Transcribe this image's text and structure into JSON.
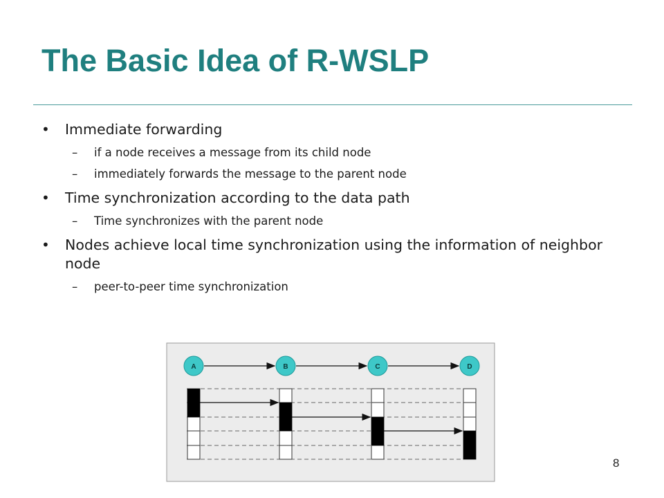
{
  "slide": {
    "title": "The Basic Idea of R-WSLP",
    "page_number": "8"
  },
  "bullets": [
    {
      "text": "Immediate forwarding",
      "sub": [
        "if a node receives a message from its child node",
        "immediately forwards the message to the parent node"
      ]
    },
    {
      "text": "Time synchronization according to the data path",
      "sub": [
        "Time synchronizes with the parent node"
      ]
    },
    {
      "text": "Nodes achieve local time synchronization using the information of neighbor node",
      "sub": [
        " peer-to-peer time synchronization"
      ]
    }
  ],
  "figure": {
    "nodes": [
      "A",
      "B",
      "C",
      "D"
    ],
    "colors": {
      "node_fill": "#3ec8c8",
      "node_stroke": "#1d9a9a",
      "background": "#ececec",
      "border": "#9a9a9a"
    }
  }
}
